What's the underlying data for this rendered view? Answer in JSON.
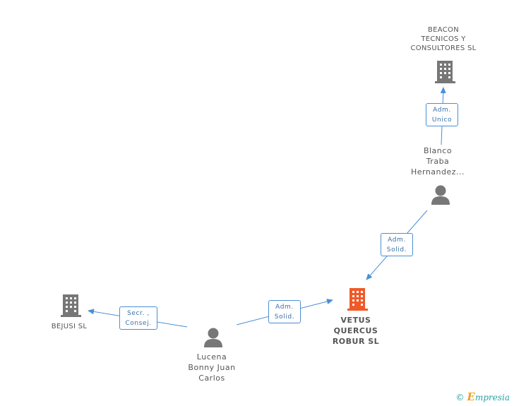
{
  "nodes": {
    "beacon": {
      "lines": [
        "BEACON",
        "TECNICOS Y",
        "CONSULTORES SL"
      ],
      "icon": "building-icon",
      "color": "#777777"
    },
    "blanco": {
      "lines": [
        "Blanco",
        "Traba",
        "Hernandez..."
      ],
      "icon": "person-icon",
      "color": "#777777"
    },
    "vetus": {
      "lines": [
        "VETUS",
        "QUERCUS",
        "ROBUR  SL"
      ],
      "icon": "building-icon",
      "color": "#f05a28"
    },
    "lucena": {
      "lines": [
        "Lucena",
        "Bonny Juan",
        "Carlos"
      ],
      "icon": "person-icon",
      "color": "#777777"
    },
    "bejusi": {
      "lines": [
        "BEJUSI SL"
      ],
      "icon": "building-icon",
      "color": "#777777"
    }
  },
  "edges": {
    "blanco_beacon": [
      "Adm.",
      "Unico"
    ],
    "blanco_vetus": [
      "Adm.",
      "Solid."
    ],
    "lucena_vetus": [
      "Adm.",
      "Solid."
    ],
    "lucena_bejusi": [
      "Secr. ,",
      "Consej."
    ]
  },
  "colors": {
    "edge": "#4a8fd4",
    "node": "#777777",
    "focus": "#f05a28"
  },
  "footer": {
    "copyright": "©",
    "brand_initial": "E",
    "brand_rest": "mpresia"
  }
}
